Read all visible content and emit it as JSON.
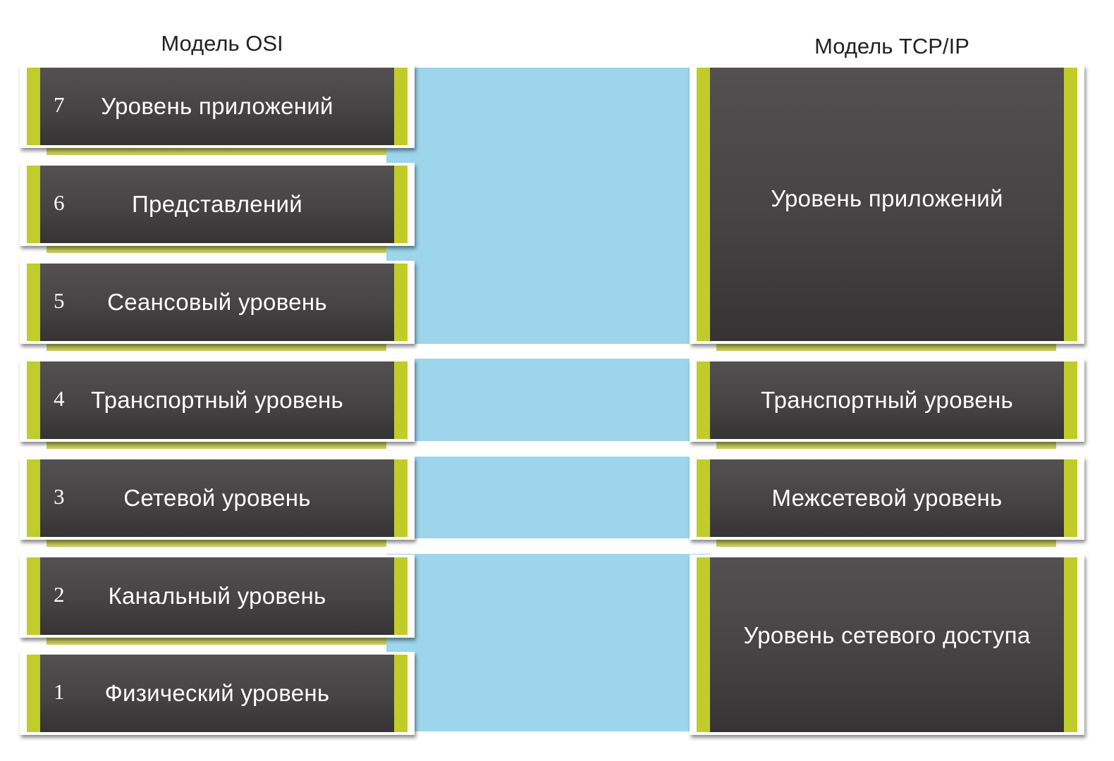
{
  "osi": {
    "title": "Модель OSI",
    "layers": [
      {
        "number": "7",
        "name": "Уровень приложений"
      },
      {
        "number": "6",
        "name": "Представлений"
      },
      {
        "number": "5",
        "name": "Сеансовый уровень"
      },
      {
        "number": "4",
        "name": "Транспортный уровень"
      },
      {
        "number": "3",
        "name": "Сетевой уровень"
      },
      {
        "number": "2",
        "name": "Канальный уровень"
      },
      {
        "number": "1",
        "name": "Физический уровень"
      }
    ]
  },
  "tcpip": {
    "title": "Модель TCP/IP",
    "layers": [
      {
        "name": "Уровень приложений"
      },
      {
        "name": "Транспортный уровень"
      },
      {
        "name": "Межсетевой уровень"
      },
      {
        "name": "Уровень сетевого доступа"
      }
    ]
  },
  "colors": {
    "block_fill": "#474546",
    "accent_stripe": "#bfcc2a",
    "mapping_band": "#9dd5ed",
    "text": "#ffffff"
  }
}
